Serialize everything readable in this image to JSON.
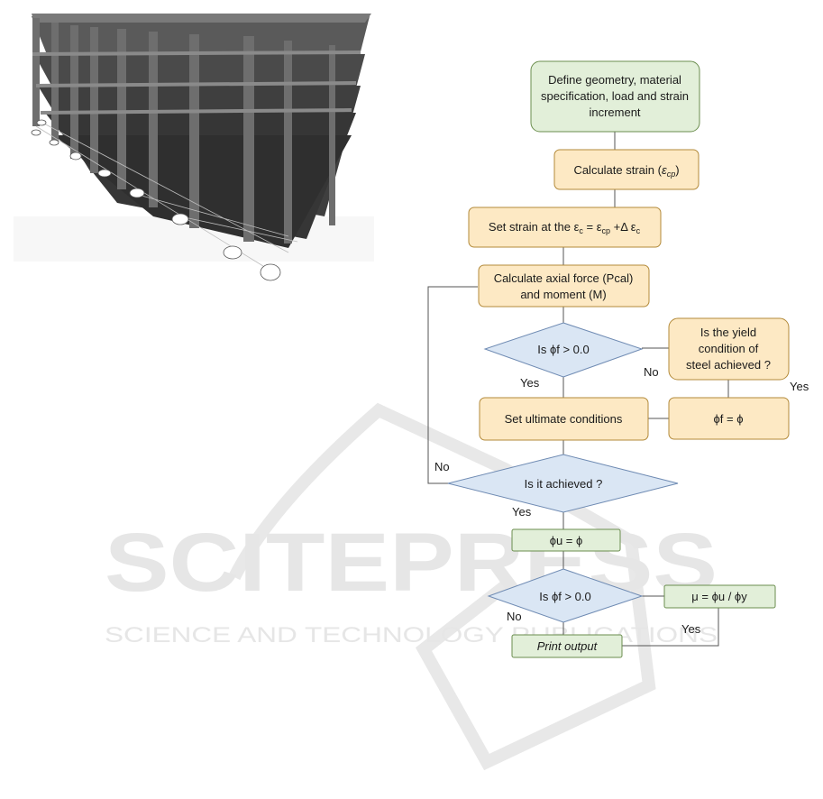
{
  "flowchart": {
    "define": [
      "Define geometry, material",
      "specification, load and strain",
      "increment"
    ],
    "calc_strain_prefix": "Calculate strain (",
    "calc_strain_sym": "ε",
    "calc_strain_sub": "cp",
    "calc_strain_suffix": ")",
    "set_strain_prefix": "Set strain at the ε",
    "set_strain_sub1": "c",
    "set_strain_eq": " = ε",
    "set_strain_sub2": "cp",
    "set_strain_plus": " +Δ ε",
    "set_strain_sub3": "c",
    "calc_axial": [
      "Calculate axial force (Pcal)",
      "and moment (M)"
    ],
    "decision1": "Is ϕf > 0.0",
    "yield_question": [
      "Is the yield",
      "condition of",
      "steel achieved ?"
    ],
    "set_ultimate": "Set ultimate conditions",
    "phi_f_eq": "ϕf = ϕ",
    "achieved": "Is it achieved ?",
    "phi_u_eq": "ϕu = ϕ",
    "decision2": "Is ϕf > 0.0",
    "mu_eq": "μ = ϕu / ϕy",
    "print": "Print output",
    "labels": {
      "no1": "No",
      "yes1": "Yes",
      "yes_right": "Yes",
      "no_left": "No",
      "yes2": "Yes",
      "no2": "No",
      "yes3": "Yes"
    }
  },
  "watermark": {
    "line1": "SCITEPRESS",
    "line2": "SCIENCE AND TECHNOLOGY PUBLICATIONS"
  },
  "colors": {
    "green_fill": "#e2efd9",
    "green_stroke": "#6b8e4e",
    "orange_fill": "#fde9c4",
    "orange_stroke": "#b38a3a",
    "blue_fill": "#dae6f4",
    "blue_stroke": "#6f8bb3",
    "line": "#555555"
  }
}
